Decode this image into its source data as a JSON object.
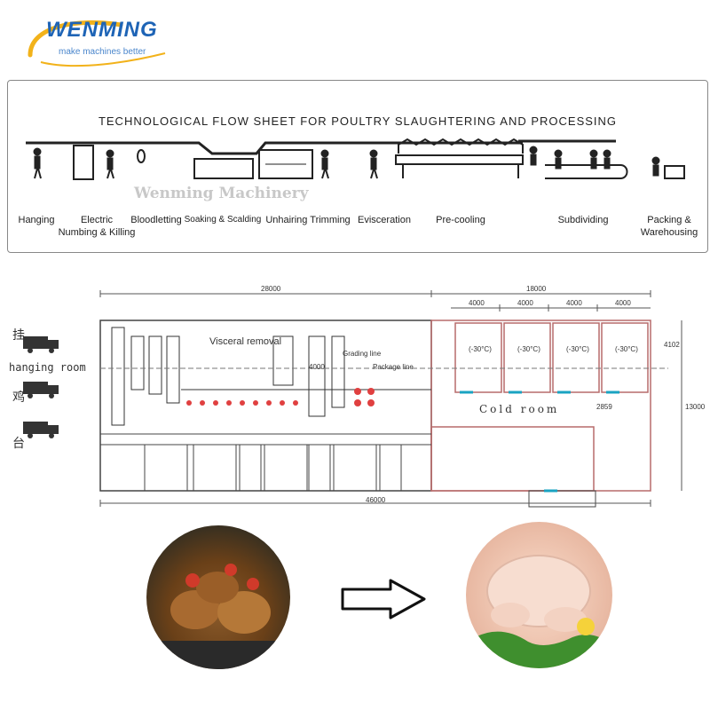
{
  "brand": {
    "name": "WENMING",
    "tagline": "make machines better",
    "color": "#1e64b6",
    "accent": "#f2b21a"
  },
  "flow_sheet": {
    "title": "TECHNOLOGICAL FLOW SHEET FOR POULTRY SLAUGHTERING AND PROCESSING",
    "watermark": "Wenming Machinery",
    "steps": [
      {
        "line1": "Hanging",
        "line2": ""
      },
      {
        "line1": "Electric",
        "line2": "Numbing & Killing"
      },
      {
        "line1": "Bloodletting",
        "line2": ""
      },
      {
        "line1": "Soaking & Scalding",
        "line2": ""
      },
      {
        "line1": "Unhairing Trimming",
        "line2": ""
      },
      {
        "line1": "Evisceration",
        "line2": ""
      },
      {
        "line1": "Pre-cooling",
        "line2": ""
      },
      {
        "line1": "Subdividing",
        "line2": ""
      },
      {
        "line1": "Packing &",
        "line2": "Warehousing"
      }
    ]
  },
  "floor_plan": {
    "dim_total_top": "28000",
    "dim_right_top": "18000",
    "dim_rooms": [
      "4000",
      "4000",
      "4000",
      "4000"
    ],
    "dim_total_bottom": "46000",
    "dim_height": "13000",
    "dim_side": "4102",
    "dim_cold": "2859",
    "dim_mid": "4000",
    "room_temps": [
      "(-30°C)",
      "(-30°C)",
      "(-30°C)",
      "(-30°C)"
    ],
    "labels": {
      "hanging_room": "hanging room",
      "visceral_removal": "Visceral removal",
      "grading_line": "Grading line",
      "package_line": "Package line",
      "cold_room": "Cold room",
      "side_chars": [
        "挂",
        "鸡",
        "台"
      ]
    }
  },
  "transition": {
    "arrow_icon": "right-arrow-icon"
  }
}
